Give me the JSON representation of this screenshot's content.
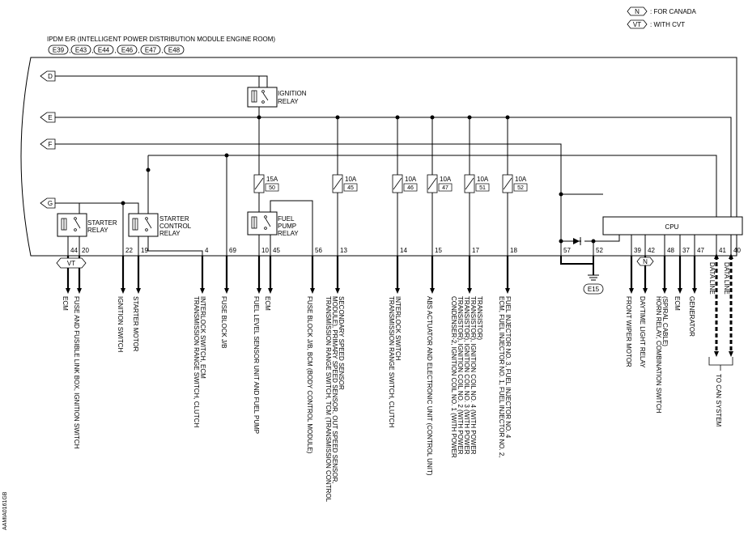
{
  "legend": [
    {
      "code": "N",
      "text": ": FOR CANADA"
    },
    {
      "code": "VT",
      "text": ": WITH CVT"
    }
  ],
  "title": "IPDM E/R (INTELLIGENT POWER DISTRIBUTION MODULE ENGINE ROOM)",
  "connectors": [
    "E39",
    "E43",
    "E44",
    "E46",
    "E47",
    "E48"
  ],
  "inputs": [
    "D",
    "E",
    "F",
    "G"
  ],
  "relays": {
    "ignition": "IGNITION\nRELAY",
    "starter": "STARTER\nRELAY",
    "starter_control": "STARTER\nCONTROL\nRELAY",
    "fuel_pump": "FUEL\nPUMP\nRELAY"
  },
  "fuses": [
    {
      "amp": "15A",
      "num": "50"
    },
    {
      "amp": "10A",
      "num": "45"
    },
    {
      "amp": "10A",
      "num": "46"
    },
    {
      "amp": "10A",
      "num": "47"
    },
    {
      "amp": "10A",
      "num": "51"
    },
    {
      "amp": "10A",
      "num": "52"
    }
  ],
  "cpu_label": "CPU",
  "ground": "E15",
  "vt_label": "VT",
  "n_label": "N",
  "can_label": "TO CAN SYSTEM",
  "pins": [
    "44",
    "20",
    "22",
    "19",
    "4",
    "69",
    "10",
    "45",
    "56",
    "13",
    "14",
    "15",
    "17",
    "18",
    "57",
    "52",
    "39",
    "42",
    "48",
    "37",
    "47",
    "41",
    "40"
  ],
  "outputs": [
    {
      "pin": "44",
      "lines": [
        "ECM"
      ]
    },
    {
      "pin": "20",
      "lines": [
        "FUSE AND FUSIBLE LINK BOX, IGNITION SWITCH"
      ]
    },
    {
      "pin": "22",
      "lines": [
        "IGNITION SWITCH"
      ]
    },
    {
      "pin": "19",
      "lines": [
        "STARTER MOTOR"
      ]
    },
    {
      "pin": "4",
      "lines": [
        "TRANSMISSION RANGE SWITCH, CLUTCH",
        "INTERLOCK SWITCH, ECM"
      ]
    },
    {
      "pin": "69",
      "lines": [
        "FUSE BLOCK J/B"
      ]
    },
    {
      "pin": "10",
      "lines": [
        "FUEL LEVEL SENSOR UNIT AND FUEL PUMP"
      ]
    },
    {
      "pin": "45",
      "lines": [
        "ECM"
      ]
    },
    {
      "pin": "56",
      "lines": [
        "FUSE BLOCK J/B, BCM (BODY CONTROL MODULE)"
      ]
    },
    {
      "pin": "13",
      "lines": [
        "TRANSMISSION RANGE SWITCH, TCM (TRANSMISSION CONTROL",
        "MODULE), PRIMARY SPEED SENSOR, OUT SPEED SENSOR,",
        "SECONDARY SPEED SENSOR"
      ]
    },
    {
      "pin": "14",
      "lines": [
        "TRANSMISSION RANGE SWITCH, CLUTCH",
        "INTERLOCK SWITCH"
      ]
    },
    {
      "pin": "15",
      "lines": [
        "ABS ACTUATOR AND ELECTRONIC UNIT (CONTROL UNIT)"
      ]
    },
    {
      "pin": "17",
      "lines": [
        "CONDENSER-2, IGNITION COIL NO. 1 (WITH POWER",
        "TRANSISTOR), IGNITION COIL NO. 2 (WITH POWER",
        "TRANSISTOR), IGNITION COIL NO. 3 (WITH POWER",
        "TRANSISTOR), IGNITION COIL NO. 4 (WITH POWER",
        "TRANSISTOR)"
      ]
    },
    {
      "pin": "18",
      "lines": [
        "ECM, FUEL INJECTOR NO. 1, FUEL INJECTOR NO. 2,",
        "FUEL INJECTOR NO. 3, FUEL INJECTOR NO. 4"
      ]
    },
    {
      "pin": "39",
      "lines": [
        "FRONT WIPER MOTOR"
      ]
    },
    {
      "pin": "42",
      "lines": [
        "DAYTIME LIGHT RELAY"
      ]
    },
    {
      "pin": "48",
      "lines": [
        "HORN RELAY, COMBINATION SWITCH",
        "(SPIRAL CABLE)"
      ]
    },
    {
      "pin": "37",
      "lines": [
        "ECM"
      ]
    },
    {
      "pin": "47",
      "lines": [
        "GENERATOR"
      ]
    },
    {
      "pin": "41",
      "lines": [
        "DATA LINE"
      ]
    },
    {
      "pin": "40",
      "lines": [
        "DATA LINE"
      ]
    }
  ],
  "figure_id": "AAMIA0161GB"
}
